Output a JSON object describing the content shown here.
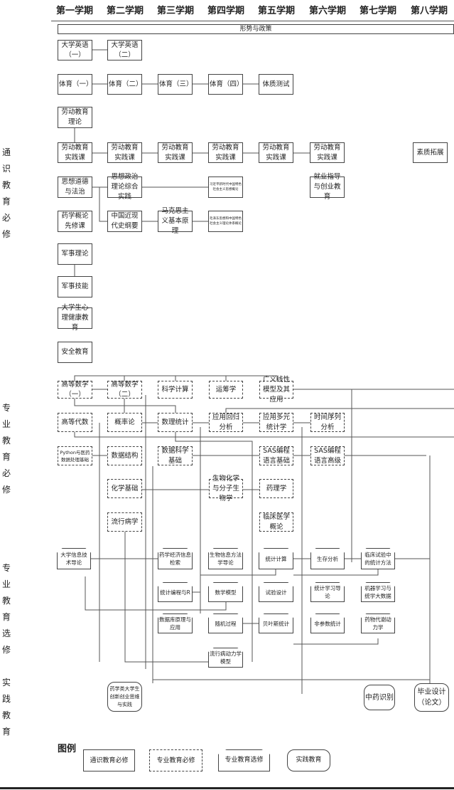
{
  "semesters": [
    "第一学期",
    "第二学期",
    "第三学期",
    "第四学期",
    "第五学期",
    "第六学期",
    "第七学期",
    "第八学期"
  ],
  "sections": {
    "general": "通识教育必修",
    "major_required": "专业教育必修",
    "major_elective": "专业教育选修",
    "practice": "实践教育"
  },
  "general": {
    "policy": "形势与政策",
    "english1": "大学英语（一）",
    "english2": "大学英语（二）",
    "pe1": "体育（一）",
    "pe2": "体育（二）",
    "pe3": "体育（三）",
    "pe4": "体育（四）",
    "fitness": "体质测试",
    "labor_theory": "劳动教育理论",
    "labor_practice": "劳动教育实践课",
    "quality": "素质拓展",
    "morality": "思想道德与法治",
    "politics_practice": "思想政治理论综合实践",
    "xi_thought": "习近平新时代中国特色社会主义思想概论",
    "career": "就业指导与创业教育",
    "pharmacy_intro": "药学概论先修课",
    "modern_history": "中国近现代史纲要",
    "marxism": "马克思主义基本原理",
    "mao_thought": "毛泽东思想和中国特色社会主义理论体系概论",
    "military_theory": "军事理论",
    "military_skills": "军事技能",
    "mental_health": "大学生心理健康教育",
    "safety": "安全教育"
  },
  "required": {
    "math1": "高等数学（一）",
    "math2": "高等数学（二）",
    "sci_computing": "科学计算",
    "operations": "运筹学",
    "glm": "广义线性模型及其应用",
    "algebra": "高等代数",
    "probability": "概率论",
    "math_stats": "数理统计",
    "regression": "应用回归分析",
    "multivariate": "应用多元统计学",
    "time_series": "时间序列分析",
    "python": "Python与医药数据处理基础",
    "data_structure": "数据结构",
    "data_science": "数据科学基础",
    "sas_basic": "SAS编程语言基础",
    "sas_adv": "SAS编程语言高级",
    "chemistry": "化学基础",
    "biochem": "生物化学与分子生物学",
    "pharmacology": "药理学",
    "epidemiology": "流行病学",
    "clinical_med": "临床医学概论"
  },
  "elective": {
    "it_intro": "大学信息技术导论",
    "pharm_econ": "药学经济信息检索",
    "bioinfo": "生物信息方法学导论",
    "stat_computing": "统计计算",
    "survival": "生存分析",
    "clinical_trial": "临床试验中的统计方法",
    "r_prog": "统计编程与R",
    "math_model": "数学模型",
    "experiment": "试验设计",
    "stat_learning": "统计学习导论",
    "ml_bigdata": "机器学习与统学大数据",
    "database": "数据库原理与应用",
    "stochastic": "随机过程",
    "bayes": "贝叶斯统计",
    "nonparam": "非参数统计",
    "pk": "药物代谢动力学",
    "epi_dynamics": "流行病动力学模型"
  },
  "practice": {
    "innovation": "药学类大学生创新创业思维与实践",
    "tcm_id": "中药识别",
    "thesis": "毕业设计（论文）"
  },
  "legend": {
    "title": "图例",
    "general": "通识教育必修",
    "major_required": "专业教育必修",
    "major_elective": "专业教育选修",
    "practice": "实践教育"
  }
}
